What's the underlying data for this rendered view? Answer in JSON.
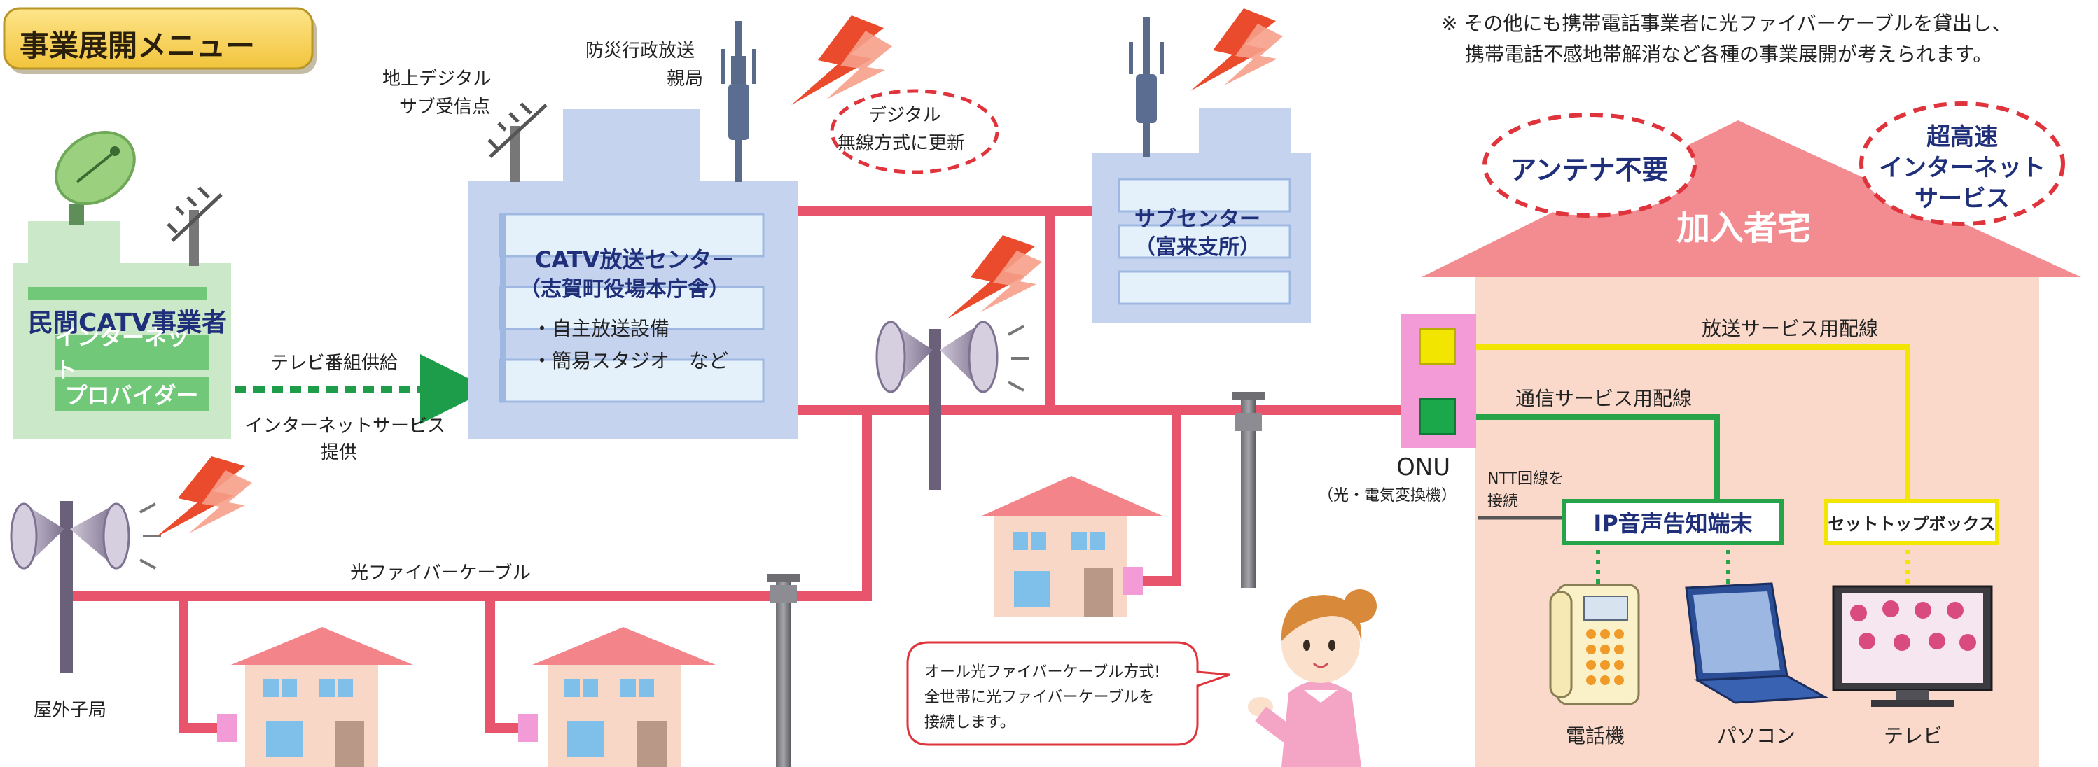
{
  "menu_title": "事業展開メニュー",
  "note_line1": "※ その他にも携帯電話事業者に光ファイバーケーブルを貸出し、",
  "note_line2": "携帯電話不感地帯解消など各種の事業展開が考えられます。",
  "private_catv": {
    "name": "民間CATV事業者",
    "isp_line1": "インターネット",
    "isp_line2": "プロバイダー"
  },
  "tv_supply": "テレビ番組供給",
  "internet_service_line1": "インターネットサービス",
  "internet_service_line2": "提供",
  "digital_sub_line1": "地上デジタル",
  "digital_sub_line2": "サブ受信点",
  "disaster_broadcast_line1": "防災行政放送",
  "disaster_broadcast_line2": "親局",
  "digital_radio_line1": "デジタル",
  "digital_radio_line2": "無線方式に更新",
  "catv_center": {
    "name_line1": "CATV放送センター",
    "name_line2": "（志賀町役場本庁舎）",
    "item1": "・自主放送設備",
    "item2": "・簡易スタジオ　など"
  },
  "sub_center": {
    "name_line1": "サブセンター",
    "name_line2": "（富来支所）"
  },
  "fiber_cable": "光ファイバーケーブル",
  "outdoor_station": "屋外子局",
  "speech_bubble": {
    "line1": "オール光ファイバーケーブル方式!",
    "line2": "全世帯に光ファイバーケーブルを",
    "line3": "接続します。"
  },
  "subscriber": {
    "title": "加入者宅",
    "no_antenna": "アンテナ不要",
    "internet_line1": "超高速",
    "internet_line2": "インターネット",
    "internet_line3": "サービス",
    "broadcast_wiring": "放送サービス用配線",
    "comm_wiring": "通信サービス用配線",
    "onu": "ONU",
    "onu_sub": "（光・電気変換機）",
    "ntt_line1": "NTT回線を",
    "ntt_line2": "接続",
    "ip_terminal": "IP音声告知端末",
    "set_top_box": "セットトップボックス",
    "phone": "電話機",
    "pc": "パソコン",
    "tv": "テレビ"
  },
  "colors": {
    "fiber": "#e8546c",
    "building": "#c6d3ef",
    "building_window": "#e4f1fb",
    "private_catv": "#cbe8c9",
    "private_catv_stripe": "#72c879",
    "house_body": "#f8d7c7",
    "house_roof": "#f3848a",
    "subscriber_roof": "#f28c90",
    "subscriber_wall": "#fad9ca",
    "broadcast_wire": "#f2e600",
    "comm_wire": "#27a34a",
    "onu_box": "#f39bd6",
    "title_tag": "#f8d34f",
    "lightning": "#ea4b2c",
    "dotted_green": "#1d9c4a",
    "navy_text": "#1f2f7a"
  }
}
